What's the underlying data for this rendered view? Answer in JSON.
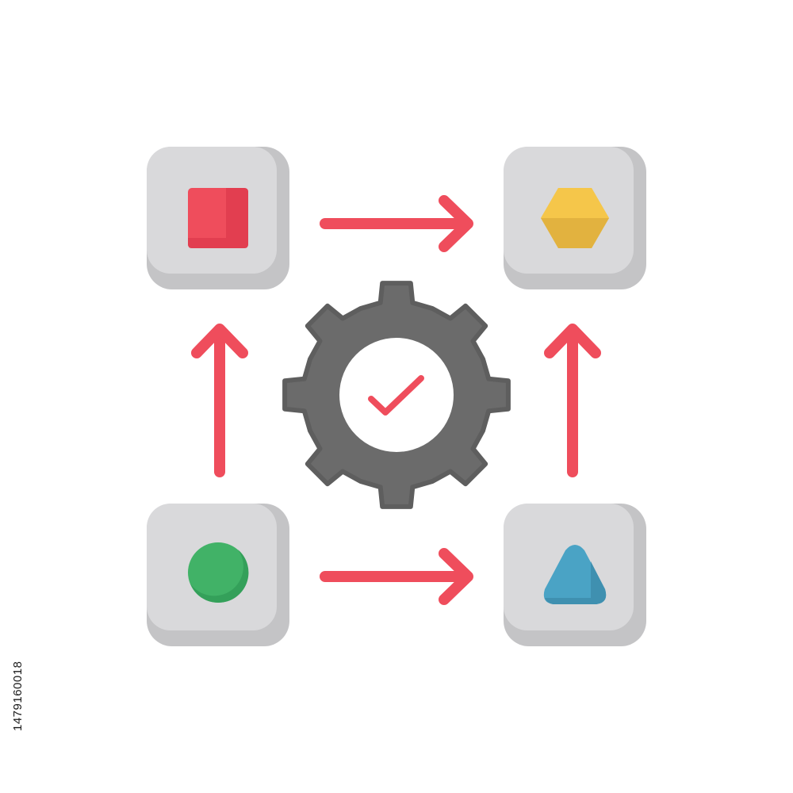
{
  "image_id_text": "1479160018",
  "colors": {
    "tile_face": "#d9d9db",
    "tile_shade": "#c4c4c6",
    "arrow": "#ef4d5c",
    "gear": "#6b6b6b",
    "gear_shade": "#5e5e5e",
    "gear_center": "#ffffff",
    "check": "#ef4d5c",
    "square": "#ef4d5c",
    "square_shade": "#e23e50",
    "hexagon": "#f5c64a",
    "hexagon_shade": "#e2b23f",
    "circle": "#41b267",
    "circle_shade": "#34a05a",
    "triangle": "#4aa3c5",
    "triangle_shade": "#3f90b0"
  },
  "nodes": [
    {
      "id": "top-left",
      "shape": "square-icon"
    },
    {
      "id": "top-right",
      "shape": "hexagon-icon"
    },
    {
      "id": "bottom-left",
      "shape": "circle-icon"
    },
    {
      "id": "bottom-right",
      "shape": "triangle-icon"
    }
  ],
  "center": {
    "icon": "gear-check-icon"
  },
  "flows": [
    {
      "from": "bottom-left",
      "to": "top-left"
    },
    {
      "from": "top-left",
      "to": "top-right"
    },
    {
      "from": "bottom-left",
      "to": "bottom-right"
    },
    {
      "from": "bottom-right",
      "to": "top-right"
    }
  ]
}
